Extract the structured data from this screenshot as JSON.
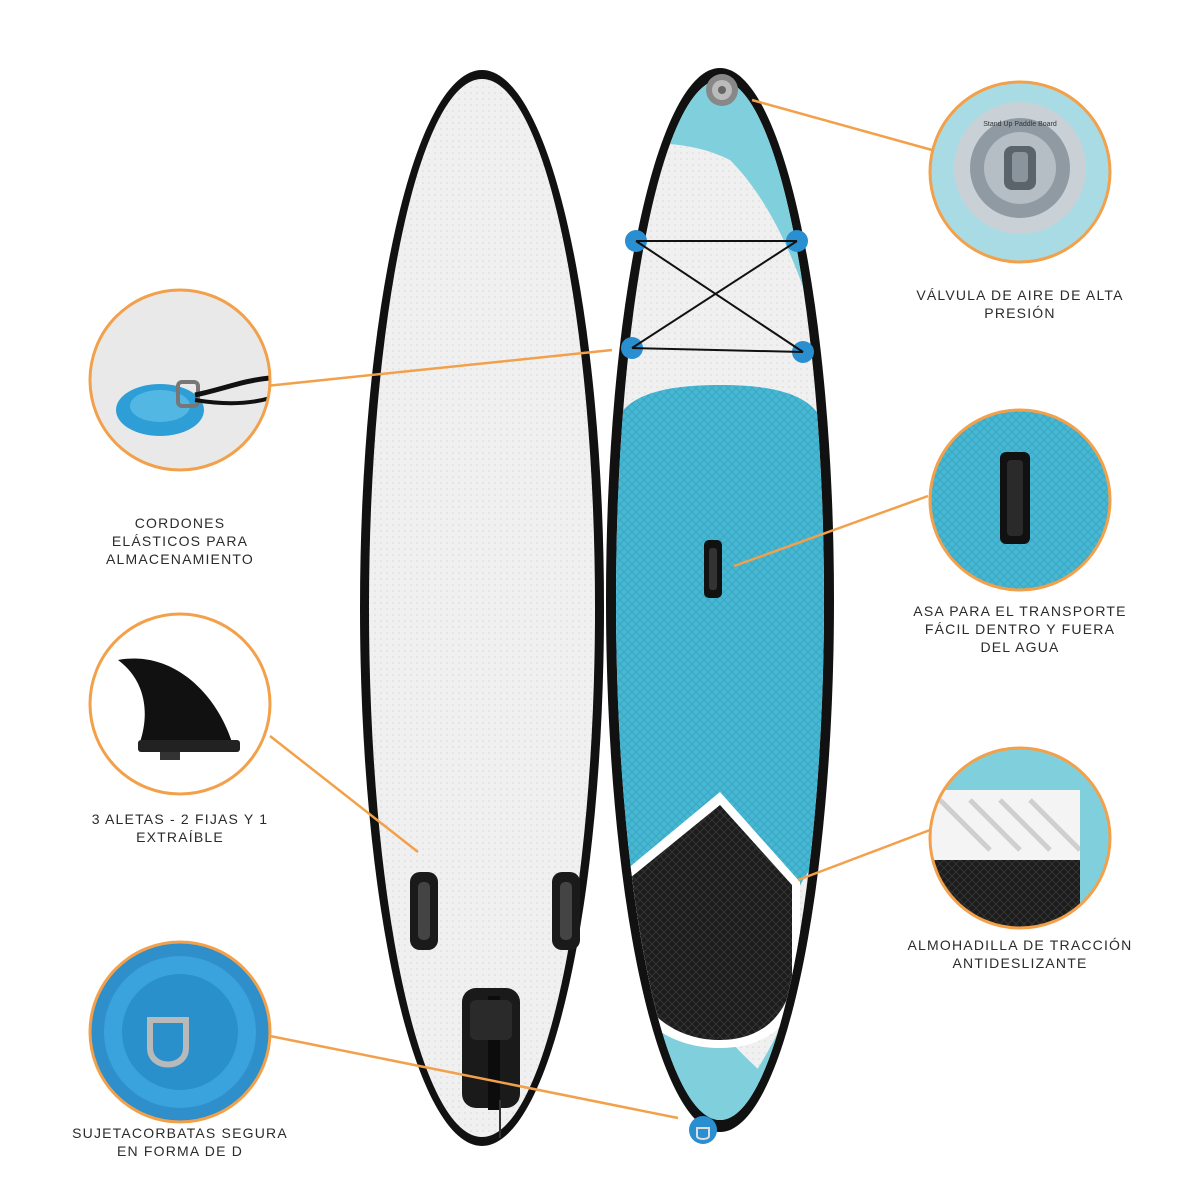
{
  "colors": {
    "accent_orange": "#f3a04a",
    "board_blue": "#7fd0dc",
    "pad_blue": "#44b6d2",
    "board_white": "#eeeeee",
    "rail_black": "#1a1a1a",
    "text_dark": "#2b2b2b"
  },
  "features": {
    "valve": {
      "icon": "air-valve-icon",
      "lines": [
        "VÁLVULA DE AIRE DE ALTA",
        "PRESIÓN"
      ],
      "valve_ring_text": "Stand Up Paddle Board"
    },
    "bungee": {
      "icon": "bungee-cord-icon",
      "lines": [
        "CORDONES",
        "ELÁSTICOS PARA",
        "ALMACENAMIENTO"
      ]
    },
    "handle": {
      "icon": "carry-handle-icon",
      "lines": [
        "ASA PARA EL TRANSPORTE",
        "FÁCIL DENTRO Y FUERA",
        "DEL AGUA"
      ]
    },
    "fins": {
      "icon": "fin-icon",
      "lines": [
        "3 ALETAS - 2 FIJAS Y 1",
        "EXTRAÍBLE"
      ]
    },
    "traction": {
      "icon": "traction-pad-icon",
      "lines": [
        "ALMOHADILLA DE TRACCIÓN",
        "ANTIDESLIZANTE"
      ]
    },
    "dring": {
      "icon": "d-ring-icon",
      "lines": [
        "SUJETACORBATAS SEGURA",
        "EN FORMA DE D"
      ]
    }
  }
}
